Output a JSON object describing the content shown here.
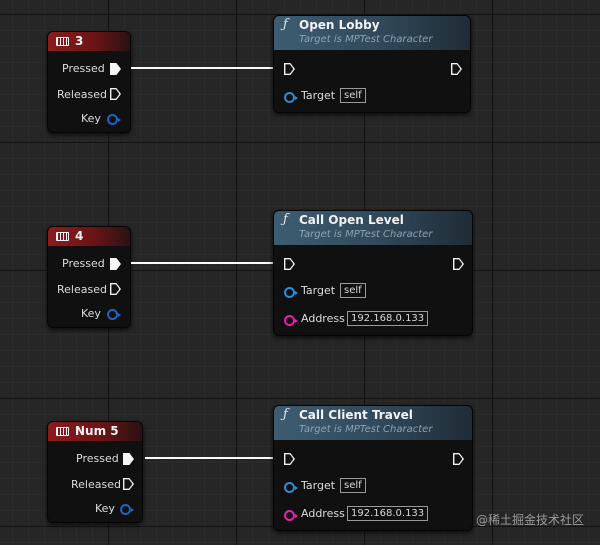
{
  "input_labels": {
    "pressed": "Pressed",
    "released": "Released",
    "key": "Key"
  },
  "function_labels": {
    "target": "Target",
    "address": "Address"
  },
  "nodes": [
    {
      "key": "3",
      "func_title": "Open Lobby",
      "func_subtitle": "Target is MPTest Character",
      "target_value": "self"
    },
    {
      "key": "4",
      "func_title": "Call Open Level",
      "func_subtitle": "Target is MPTest Character",
      "target_value": "self",
      "address_value": "192.168.0.133"
    },
    {
      "key": "Num 5",
      "func_title": "Call Client Travel",
      "func_subtitle": "Target is MPTest Character",
      "target_value": "self",
      "address_value": "192.168.0.133"
    }
  ],
  "icons": {
    "keyboard": "keyboard-icon",
    "function": "function-icon",
    "exec": "exec-pin-icon",
    "object": "object-pin-icon",
    "string": "string-pin-icon"
  },
  "colors": {
    "input_header": "#8a1c1e",
    "function_header": "#3e5d72",
    "object_pin": "#2f8bd6",
    "string_pin": "#ee1cb0",
    "wire": "#fafafa"
  },
  "watermark": "@稀土掘金技术社区"
}
